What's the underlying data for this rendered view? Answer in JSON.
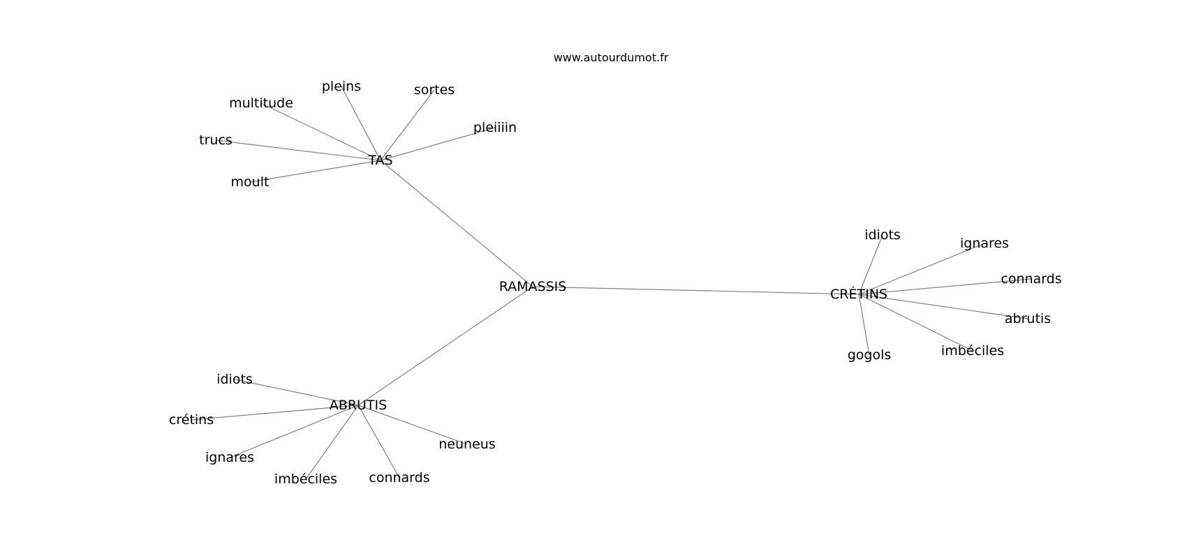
{
  "source_url": "www.autourdumot.fr",
  "colors": {
    "edge": "#808080",
    "text": "#000000",
    "background": "#ffffff"
  },
  "graph": {
    "center": "RAMASSIS",
    "hubs": [
      {
        "label": "TAS",
        "leaves": [
          "pleins",
          "sortes",
          "multitude",
          "pleiiiin",
          "trucs",
          "moult"
        ]
      },
      {
        "label": "CRÉTINS",
        "leaves": [
          "idiots",
          "ignares",
          "connards",
          "abrutis",
          "imbéciles",
          "gogols"
        ]
      },
      {
        "label": "ABRUTIS",
        "leaves": [
          "idiots",
          "crétins",
          "ignares",
          "imbéciles",
          "connards",
          "neuneus"
        ]
      }
    ]
  }
}
